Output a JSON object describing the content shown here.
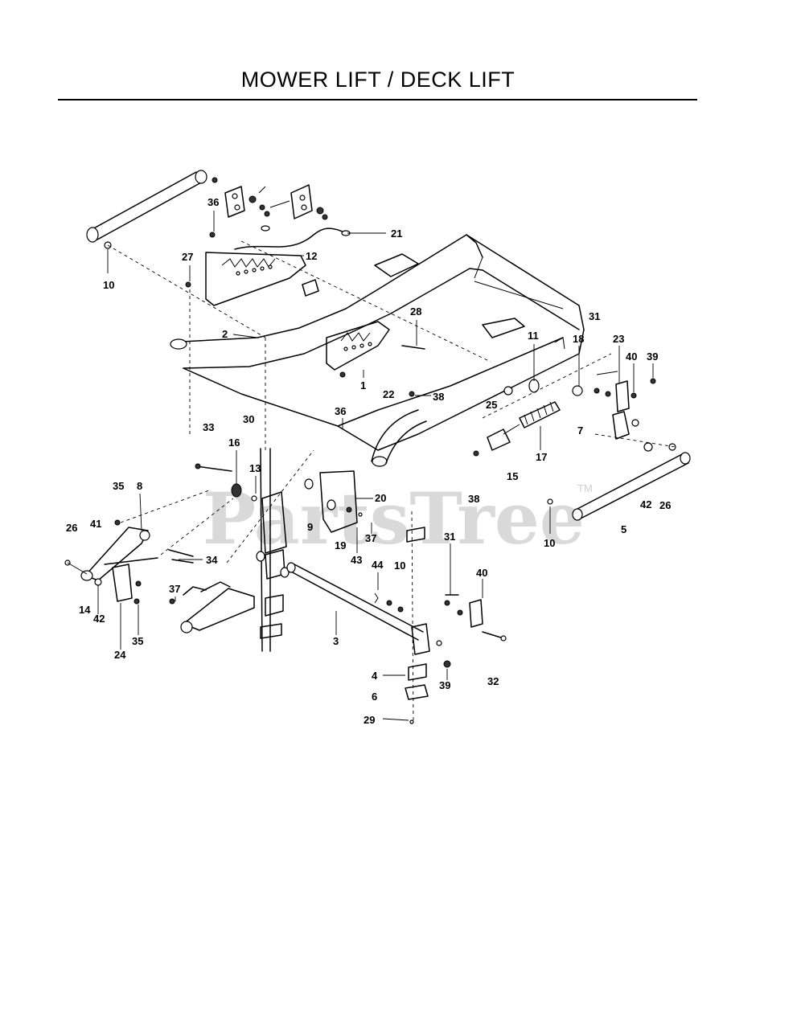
{
  "title": "MOWER LIFT / DECK LIFT",
  "watermark": "PartsTree",
  "watermark_tm": "TM",
  "callouts": [
    {
      "id": "c-36a",
      "text": "36"
    },
    {
      "id": "c-21",
      "text": "21"
    },
    {
      "id": "c-27",
      "text": "27"
    },
    {
      "id": "c-12",
      "text": "12"
    },
    {
      "id": "c-10a",
      "text": "10"
    },
    {
      "id": "c-28",
      "text": "28"
    },
    {
      "id": "c-31a",
      "text": "31"
    },
    {
      "id": "c-2",
      "text": "2"
    },
    {
      "id": "c-11",
      "text": "11"
    },
    {
      "id": "c-18",
      "text": "18"
    },
    {
      "id": "c-23",
      "text": "23"
    },
    {
      "id": "c-40a",
      "text": "40"
    },
    {
      "id": "c-39a",
      "text": "39"
    },
    {
      "id": "c-1",
      "text": "1"
    },
    {
      "id": "c-22",
      "text": "22"
    },
    {
      "id": "c-38a",
      "text": "38"
    },
    {
      "id": "c-25",
      "text": "25"
    },
    {
      "id": "c-36b",
      "text": "36"
    },
    {
      "id": "c-33",
      "text": "33"
    },
    {
      "id": "c-30",
      "text": "30"
    },
    {
      "id": "c-7",
      "text": "7"
    },
    {
      "id": "c-16",
      "text": "16"
    },
    {
      "id": "c-17",
      "text": "17"
    },
    {
      "id": "c-13",
      "text": "13"
    },
    {
      "id": "c-15",
      "text": "15"
    },
    {
      "id": "c-35a",
      "text": "35"
    },
    {
      "id": "c-8",
      "text": "8"
    },
    {
      "id": "c-20",
      "text": "20"
    },
    {
      "id": "c-38b",
      "text": "38"
    },
    {
      "id": "c-42a",
      "text": "42"
    },
    {
      "id": "c-26a",
      "text": "26"
    },
    {
      "id": "c-26b",
      "text": "26"
    },
    {
      "id": "c-41",
      "text": "41"
    },
    {
      "id": "c-9",
      "text": "9"
    },
    {
      "id": "c-37a",
      "text": "37"
    },
    {
      "id": "c-10b",
      "text": "10"
    },
    {
      "id": "c-5",
      "text": "5"
    },
    {
      "id": "c-19",
      "text": "19"
    },
    {
      "id": "c-31b",
      "text": "31"
    },
    {
      "id": "c-34",
      "text": "34"
    },
    {
      "id": "c-43",
      "text": "43"
    },
    {
      "id": "c-40b",
      "text": "40"
    },
    {
      "id": "c-44",
      "text": "44"
    },
    {
      "id": "c-10c",
      "text": "10"
    },
    {
      "id": "c-37b",
      "text": "37"
    },
    {
      "id": "c-14",
      "text": "14"
    },
    {
      "id": "c-3",
      "text": "3"
    },
    {
      "id": "c-42b",
      "text": "42"
    },
    {
      "id": "c-35b",
      "text": "35"
    },
    {
      "id": "c-24",
      "text": "24"
    },
    {
      "id": "c-4",
      "text": "4"
    },
    {
      "id": "c-39b",
      "text": "39"
    },
    {
      "id": "c-32",
      "text": "32"
    },
    {
      "id": "c-6",
      "text": "6"
    },
    {
      "id": "c-29",
      "text": "29"
    }
  ]
}
